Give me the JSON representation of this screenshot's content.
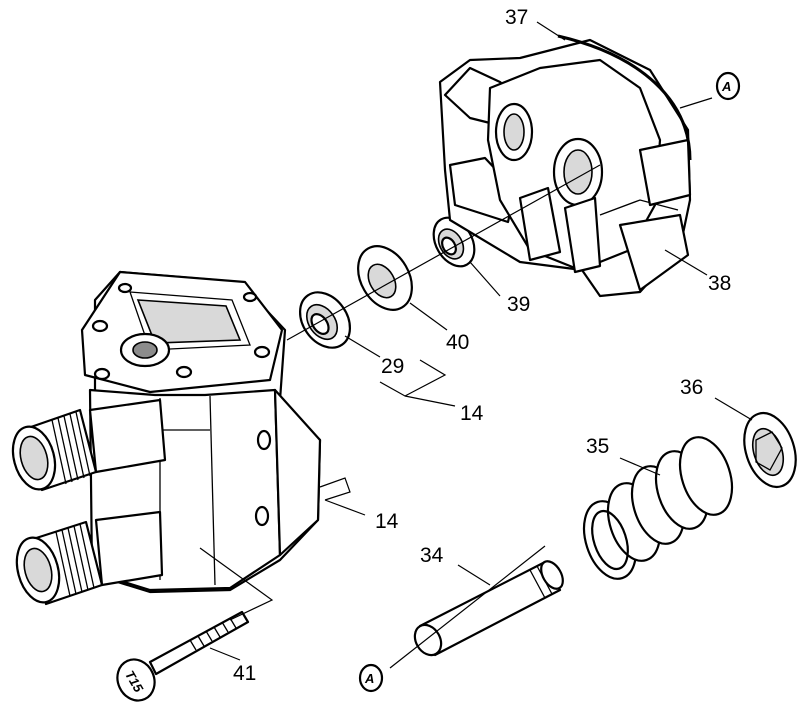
{
  "callouts": {
    "c37": "37",
    "c38": "38",
    "c39": "39",
    "c40": "40",
    "c29": "29",
    "c14_upper": "14",
    "c14_lower": "14",
    "c36": "36",
    "c35": "35",
    "c34": "34",
    "c41": "41"
  },
  "reference_marks": {
    "top": "A",
    "bottom": "A"
  },
  "screw_head_marking": "T15"
}
